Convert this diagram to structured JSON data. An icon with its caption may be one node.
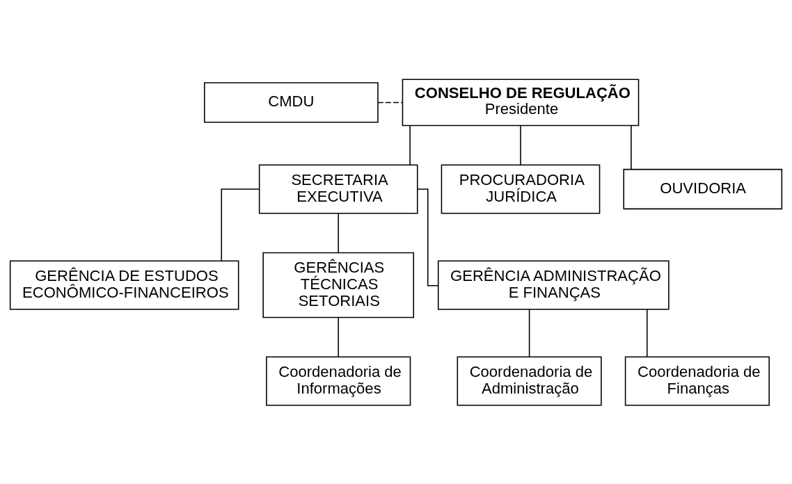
{
  "diagram": {
    "nodes": [
      {
        "text": [
          "CMDU"
        ]
      },
      {
        "text": [
          "CONSELHO DE REGULAÇÃO",
          "Presidente"
        ]
      },
      {
        "text": [
          "SECRETARIA EXECUTIVA"
        ]
      },
      {
        "text": [
          "PROCURADORIA JURÍDICA"
        ]
      },
      {
        "text": [
          "OUVIDORIA"
        ]
      },
      {
        "text": [
          "GERÊNCIA DE ESTUDOS ECONÔMICO-FINANCEIROS"
        ]
      },
      {
        "text": [
          "GERÊNCIAS TÉCNICAS SETORIAIS"
        ]
      },
      {
        "text": [
          "GERÊNCIA ADMINISTRAÇÃO E FINANÇAS"
        ]
      },
      {
        "text": [
          "Coordenadoria de Informações"
        ]
      },
      {
        "text": [
          "Coordenadoria de Administração"
        ]
      },
      {
        "text": [
          "Coordenadoria de Finanças"
        ]
      }
    ],
    "edges": [
      {
        "from": 0,
        "to": 1,
        "arrow": "none",
        "style": "dashed"
      },
      {
        "from": 1,
        "to": 2,
        "arrow": "none"
      },
      {
        "from": 1,
        "to": 3,
        "arrow": "none"
      },
      {
        "from": 1,
        "to": 4,
        "arrow": "none"
      },
      {
        "from": 2,
        "to": 5,
        "arrow": "none"
      },
      {
        "from": 2,
        "to": 6,
        "arrow": "none"
      },
      {
        "from": 2,
        "to": 7,
        "arrow": "none"
      },
      {
        "from": 6,
        "to": 8,
        "arrow": "none"
      },
      {
        "from": 7,
        "to": 9,
        "arrow": "none"
      },
      {
        "from": 7,
        "to": 10,
        "arrow": "none"
      }
    ]
  }
}
